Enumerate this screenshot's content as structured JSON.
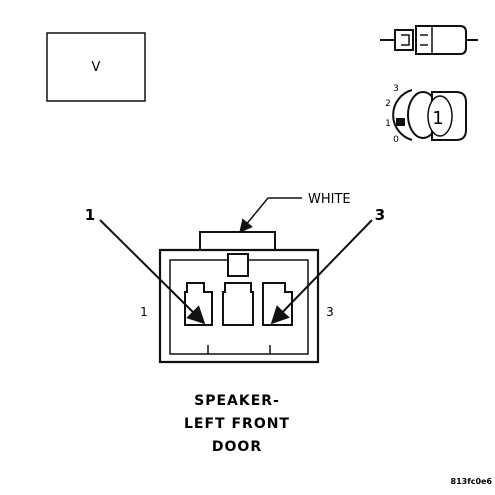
{
  "view_label": "V",
  "color_label": "WHITE",
  "pin_callouts": {
    "left": "1",
    "right": "3"
  },
  "cavity_labels": {
    "left": "1",
    "right": "3"
  },
  "lock_positions": [
    "3",
    "2",
    "1",
    "0"
  ],
  "lock_selected": "1",
  "title_lines": [
    "SPEAKER-",
    "LEFT FRONT",
    "DOOR"
  ],
  "figure_id": "813fc0e6",
  "colors": {
    "ink": "#111111",
    "background": "#ffffff"
  }
}
